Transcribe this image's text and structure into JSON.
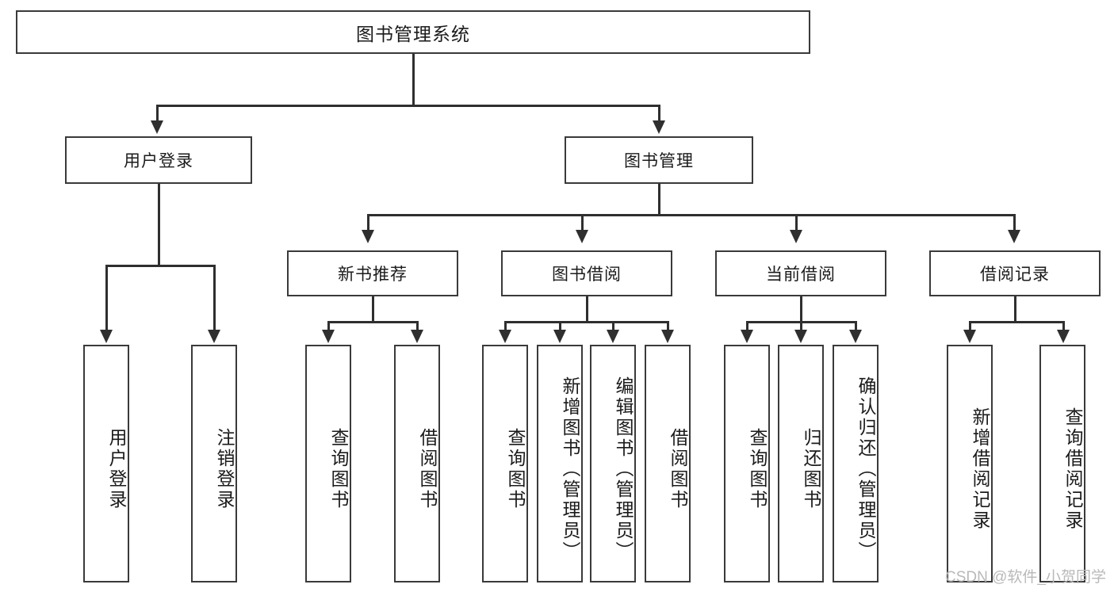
{
  "diagram": {
    "title": "图书管理系统",
    "type": "function-hierarchy-tree",
    "root": {
      "label": "图书管理系统"
    },
    "level2": [
      {
        "label": "用户登录"
      },
      {
        "label": "图书管理"
      }
    ],
    "level3": [
      {
        "label": "新书推荐"
      },
      {
        "label": "图书借阅"
      },
      {
        "label": "当前借阅"
      },
      {
        "label": "借阅记录"
      }
    ],
    "leaves": {
      "user_login": [
        {
          "label": "用户登录"
        },
        {
          "label": "注销登录"
        }
      ],
      "new_book_recommend": [
        {
          "label": "查询图书"
        },
        {
          "label": "借阅图书"
        }
      ],
      "book_borrow": [
        {
          "label": "查询图书"
        },
        {
          "label": "新增图书（管理员）"
        },
        {
          "label": "编辑图书（管理员）"
        },
        {
          "label": "借阅图书"
        }
      ],
      "current_borrow": [
        {
          "label": "查询图书"
        },
        {
          "label": "归还图书"
        },
        {
          "label": "确认归还（管理员）"
        }
      ],
      "borrow_record": [
        {
          "label": "新增借阅记录"
        },
        {
          "label": "查询借阅记录"
        }
      ]
    }
  },
  "watermark": {
    "text": "CSDN @软件_小贺同学"
  },
  "colors": {
    "box_border": "#3a3a3a",
    "line": "#2f2f2f",
    "text": "#1b1b1b",
    "background": "#ffffff",
    "watermark": "#b9b9b9"
  }
}
